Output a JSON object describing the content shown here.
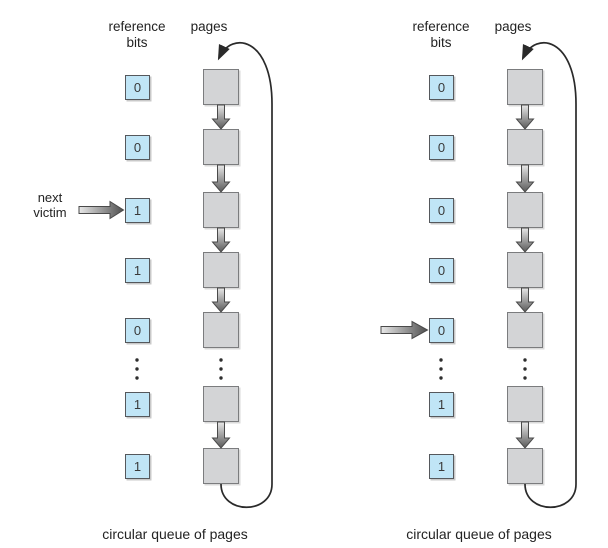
{
  "diagrams": [
    {
      "reference_bits_label": "reference\nbits",
      "pages_label": "pages",
      "next_victim_label": "next\nvictim",
      "bits": [
        "0",
        "0",
        "1",
        "1",
        "0",
        "1",
        "1"
      ],
      "victim_arrow_points_to_row": 3,
      "caption": "circular queue of pages"
    },
    {
      "reference_bits_label": "reference\nbits",
      "pages_label": "pages",
      "bits": [
        "0",
        "0",
        "0",
        "0",
        "0",
        "1",
        "1"
      ],
      "victim_arrow_points_to_row": 5,
      "caption": "circular queue of pages"
    }
  ],
  "colors": {
    "reference_bit_fill": "#c0e5f6",
    "reference_bit_border": "#55585c",
    "page_fill": "#d3d4d6",
    "page_border": "#7b7c7e",
    "line": "#2a2a2a",
    "arrow_gradient_light": "#e8e8e8",
    "arrow_gradient_dark": "#5a5a5a"
  }
}
